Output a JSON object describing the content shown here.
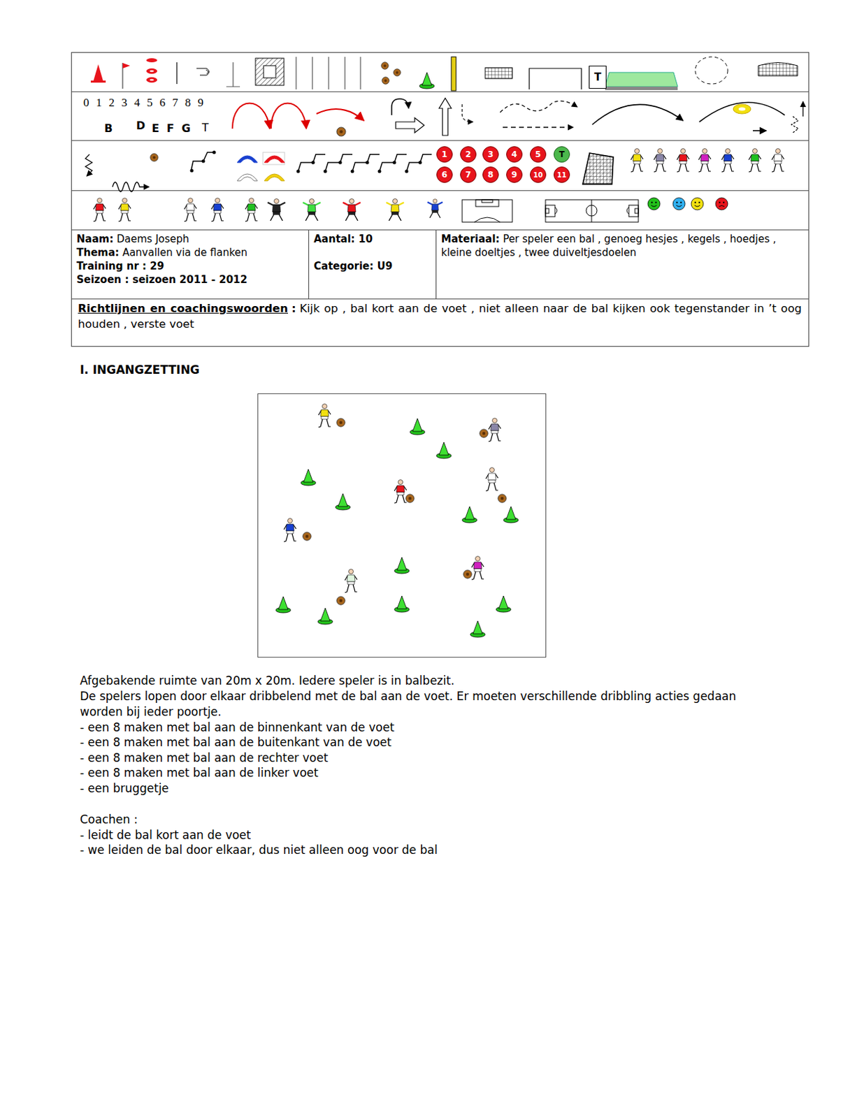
{
  "diagram": {
    "nodes": [
      {
        "text": [
          "T"
        ]
      },
      {
        "text": [
          "1"
        ]
      },
      {
        "text": [
          "2"
        ]
      },
      {
        "text": [
          "3"
        ]
      },
      {
        "text": [
          "4"
        ]
      },
      {
        "text": [
          "5"
        ]
      },
      {
        "text": [
          "T"
        ]
      },
      {
        "text": [
          "6"
        ]
      },
      {
        "text": [
          "7"
        ]
      },
      {
        "text": [
          "8"
        ]
      },
      {
        "text": [
          "9"
        ]
      },
      {
        "text": [
          "10"
        ]
      },
      {
        "text": [
          "11"
        ]
      },
      {
        "text": [
          "Naam:",
          "Daems Joseph",
          "Thema:",
          "Aanvallen via de flanken",
          "Training nr : 29",
          "Seizoen : seizoen 2011 - 2012"
        ]
      },
      {
        "text": [
          "Aantal: 10",
          "Categorie: U9"
        ]
      },
      {
        "text": [
          "Materiaal:",
          "Per speler een bal , genoeg hesjes , kegels , hoedjes , kleine doeltjes , twee duiveltjesdoelen"
        ]
      },
      {
        "text": [
          "Richtlijnen en coachingswoorden",
          ":",
          "Kijk op , bal kort aan de voet , niet alleen naar de bal kijken ook tegenstander in ’t oog houden , verste voet"
        ]
      }
    ],
    "labels": [
      "0 1 2 3 4 5 6 7 8 9",
      "B",
      "D",
      "E",
      "F",
      "G",
      "T",
      "I. INGANGZETTING",
      "Afgebakende ruimte van 20m x 20m. Iedere speler is in balbezit.",
      "De spelers lopen door elkaar dribbelend met de bal aan de voet. Er moeten verschillende dribbling acties gedaan worden bij ieder poortje.",
      "- een 8 maken met bal aan de binnenkant van de voet",
      "- een 8 maken met bal aan de buitenkant van de voet",
      "- een 8 maken met bal aan de rechter voet",
      "- een 8 maken met bal aan de linker voet",
      "- een bruggetje",
      "Coachen :",
      "- leidt de bal kort aan de voet",
      "- we leiden de bal door elkaar, dus niet alleen oog voor de bal"
    ]
  }
}
